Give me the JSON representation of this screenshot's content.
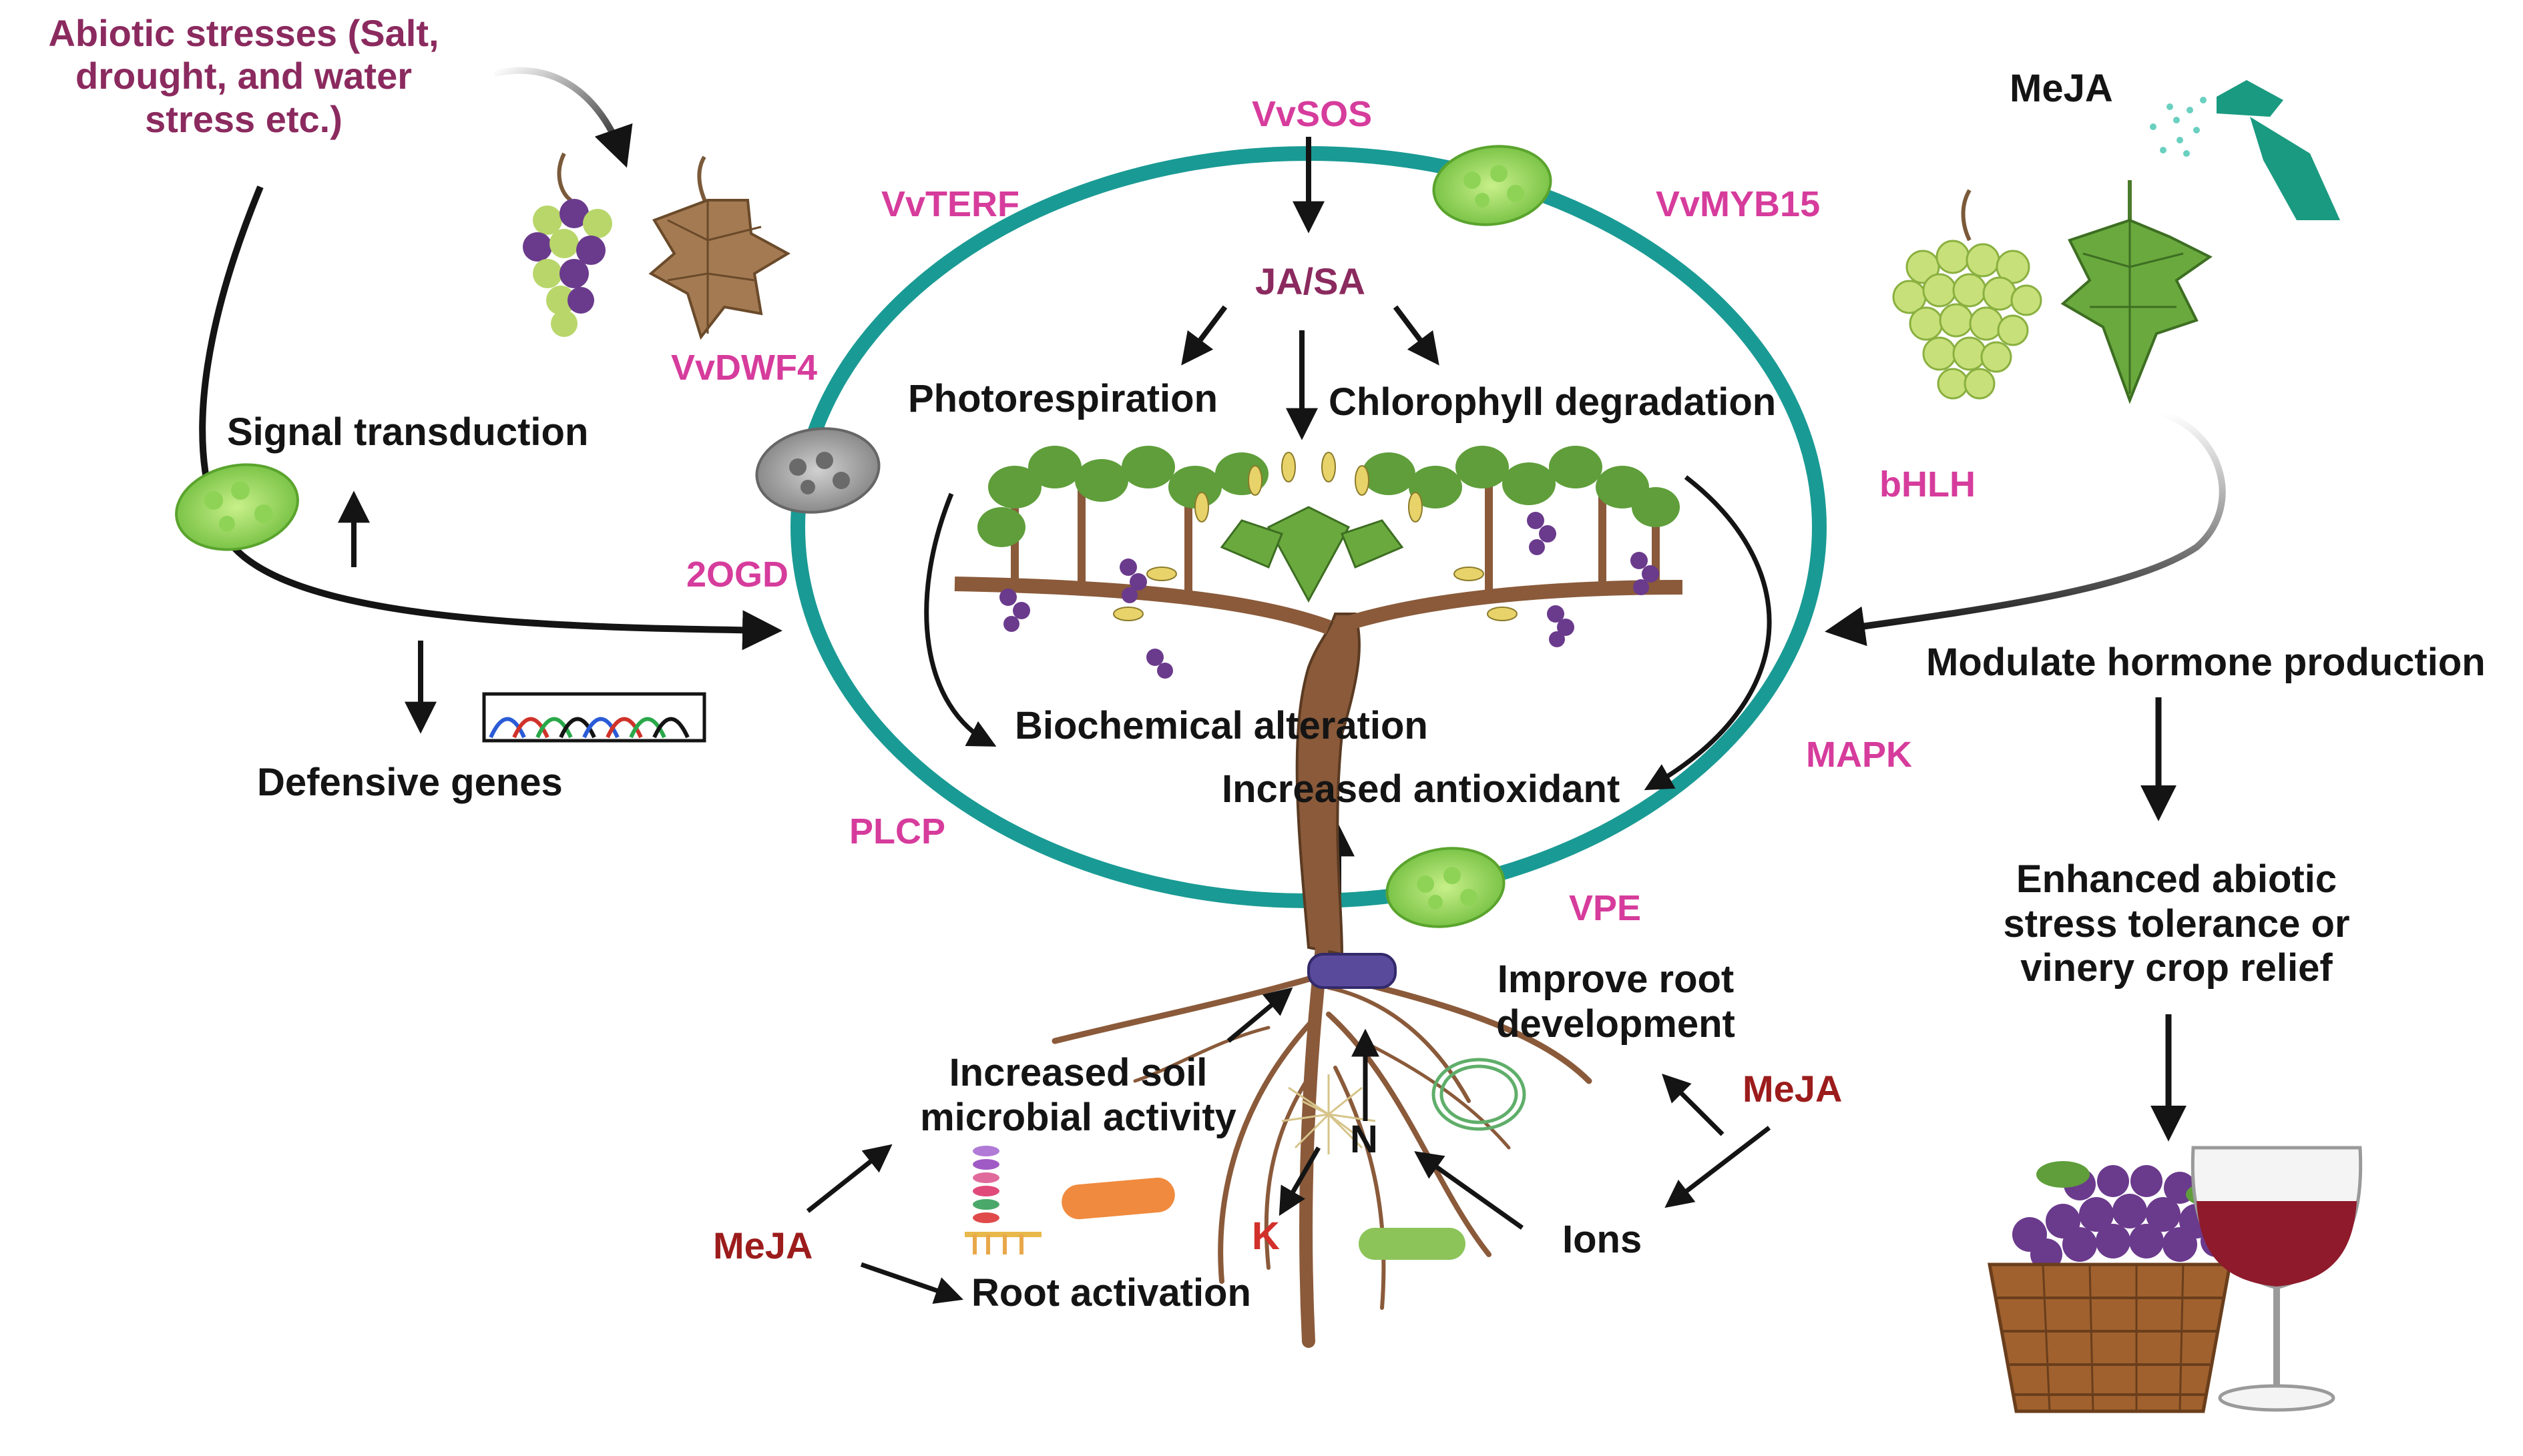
{
  "stress_title": "Abiotic stresses (Salt, drought, and water stress etc.)",
  "stress_lines": [
    "Abiotic stresses (Salt,",
    "drought, and water",
    "stress etc.)"
  ],
  "left": {
    "signal_transduction": "Signal transduction",
    "defensive_genes": "Defensive genes"
  },
  "genes": {
    "vvsos": "VvSOS",
    "vvterf": "VvTERF",
    "vvmyb15": "VvMYB15",
    "vvdwf4": "VvDWF4",
    "bhlh": "bHLH",
    "twoogd": "2OGD",
    "mapk": "MAPK",
    "plcp": "PLCP",
    "vpe": "VPE"
  },
  "center": {
    "ja_sa": "JA/SA",
    "photorespiration": "Photorespiration",
    "chlorophyll": "Chlorophyll degradation",
    "biochemical": "Biochemical alteration",
    "antioxidant": "Increased antioxidant"
  },
  "roots": {
    "improve_root": [
      "Improve root",
      "development"
    ],
    "soil_microbial": [
      "Increased soil",
      "microbial activity"
    ],
    "root_activation": "Root activation",
    "ions": "Ions",
    "n": "N",
    "k": "K",
    "meja_left": "MeJA",
    "meja_right": "MeJA"
  },
  "right": {
    "meja_top": "MeJA",
    "modulate": "Modulate hormone production",
    "enhanced": [
      "Enhanced abiotic",
      "stress tolerance or",
      "vinery crop relief"
    ]
  },
  "colors": {
    "ring": "#1a9a94",
    "gene": "#d63c9c",
    "stress": "#8b2a5f",
    "meja": "#9c1c1c",
    "grape_purple": "#6a3a8c",
    "grape_green": "#b8d66a",
    "leaf_green": "#5f9e3a",
    "wine": "#8e1a2c",
    "basket": "#a0612e"
  },
  "icons": [
    "stress-grapes-icon",
    "dry-leaf-icon",
    "chloroplast-icon",
    "dna-chromatogram-icon",
    "spray-bottle-icon",
    "green-grapes-icon",
    "vine-leaf-icon",
    "grapevine-tree-icon",
    "membrane-transporter-icon",
    "bacterium-icon",
    "microbe-icon",
    "wine-glass-icon",
    "grape-basket-icon"
  ]
}
